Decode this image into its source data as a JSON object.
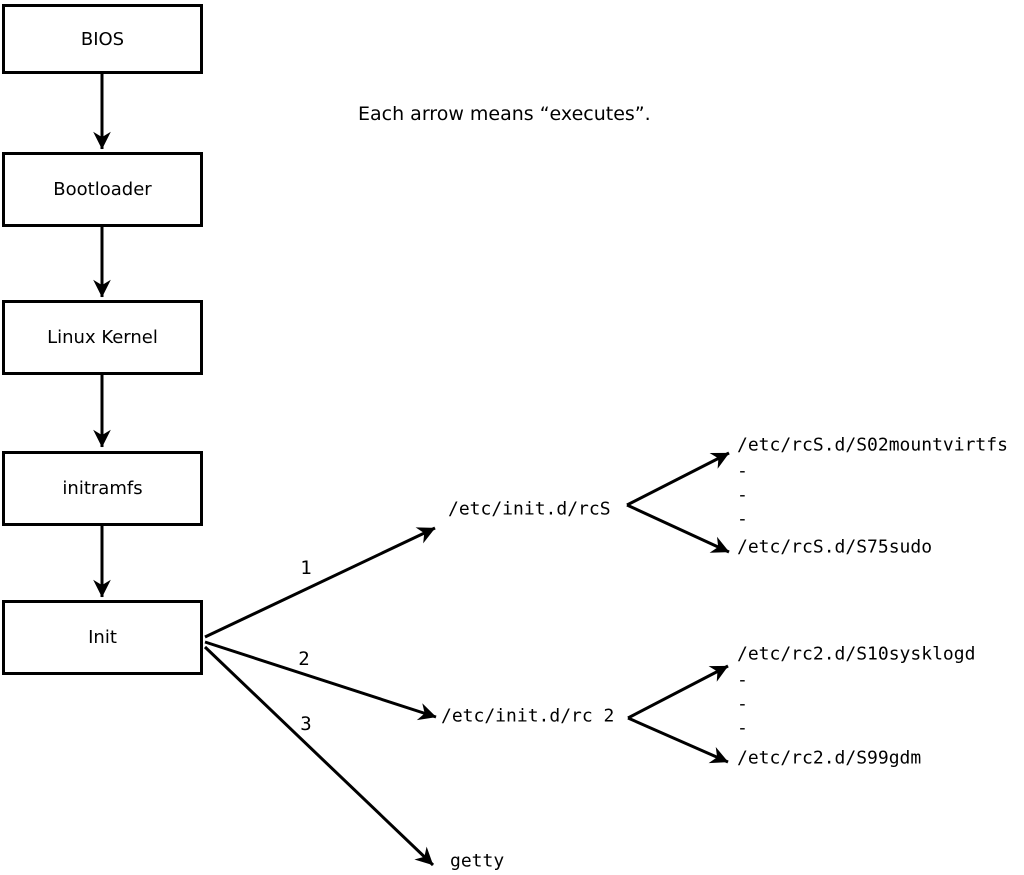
{
  "note": "Each arrow means “executes”.",
  "chain": [
    "BIOS",
    "Bootloader",
    "Linux Kernel",
    "initramfs",
    "Init"
  ],
  "arrow_meaning": "executes",
  "branches": [
    {
      "label": "1",
      "target": "/etc/init.d/rcS",
      "children": [
        "/etc/rcS.d/S02mountvirtfs",
        "-",
        "-",
        "-",
        "/etc/rcS.d/S75sudo"
      ]
    },
    {
      "label": "2",
      "target": "/etc/init.d/rc 2",
      "children": [
        "/etc/rc2.d/S10sysklogd",
        "-",
        "-",
        "-",
        "/etc/rc2.d/S99gdm"
      ]
    },
    {
      "label": "3",
      "target": "getty",
      "children": []
    }
  ],
  "colors": {
    "line": "#000000",
    "background": "#ffffff",
    "text": "#000000"
  }
}
